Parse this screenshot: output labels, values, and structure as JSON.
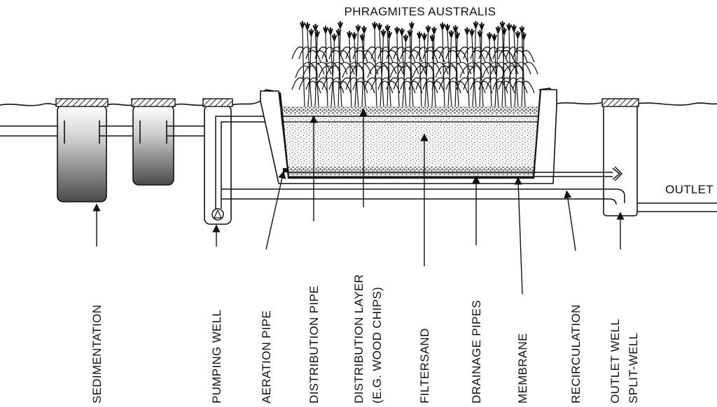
{
  "title": "PHRAGMITES AUSTRALIS",
  "outlet_label": "OUTLET",
  "labels": {
    "sedimentation": "SEDIMENTATION",
    "pumping_well": "PUMPING WELL",
    "aeration_pipe": "AERATION PIPE",
    "distribution_pipe": "DISTRIBUTION PIPE",
    "distribution_layer": "DISTRIBUTION LAYER",
    "distribution_layer_sub": "(E.G. WOOD CHIPS)",
    "filtersand": "FILTERSAND",
    "drainage_pipes": "DRAINAGE PIPES",
    "membrane": "MEMBRANE",
    "recirculation": "RECIRCULATION",
    "outlet_well": "OUTLET WELL",
    "split_well": "SPLIT-WELL"
  }
}
